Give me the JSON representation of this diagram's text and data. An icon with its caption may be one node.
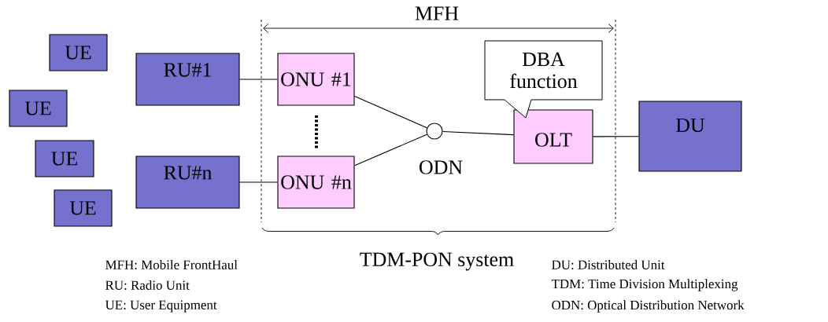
{
  "diagram": {
    "nodes": [
      {
        "text": [
          "UE"
        ]
      },
      {
        "text": [
          "UE"
        ]
      },
      {
        "text": [
          "UE"
        ]
      },
      {
        "text": [
          "UE"
        ]
      },
      {
        "text": [
          "RU#1"
        ]
      },
      {
        "text": [
          "RU#n"
        ]
      },
      {
        "text": [
          "ONU #1"
        ]
      },
      {
        "text": [
          "ONU #n"
        ]
      },
      {
        "text": [],
        "shape": "circle",
        "beside": [
          "ODN"
        ]
      },
      {
        "text": [
          "OLT"
        ]
      },
      {
        "text": [
          "DBA function"
        ]
      },
      {
        "text": [
          "DU"
        ]
      }
    ],
    "edges": [
      {
        "from": 4,
        "to": 6,
        "arrow": "none"
      },
      {
        "from": 5,
        "to": 7,
        "arrow": "none"
      },
      {
        "from": 6,
        "to": 8,
        "arrow": "none"
      },
      {
        "from": 7,
        "to": 8,
        "arrow": "none"
      },
      {
        "from": 8,
        "to": 9,
        "arrow": "none"
      },
      {
        "from": 9,
        "to": 11,
        "arrow": "none"
      }
    ],
    "labels": [
      "MFH",
      "MFH: Mobile FrontHaul",
      "TDM-PON system",
      "DU: Distributed Unit",
      "RU: Radio Unit",
      "TDM: Time Division Multiplexing",
      "UE: User Equipment",
      "ODN: Optical Distribution Network"
    ]
  }
}
